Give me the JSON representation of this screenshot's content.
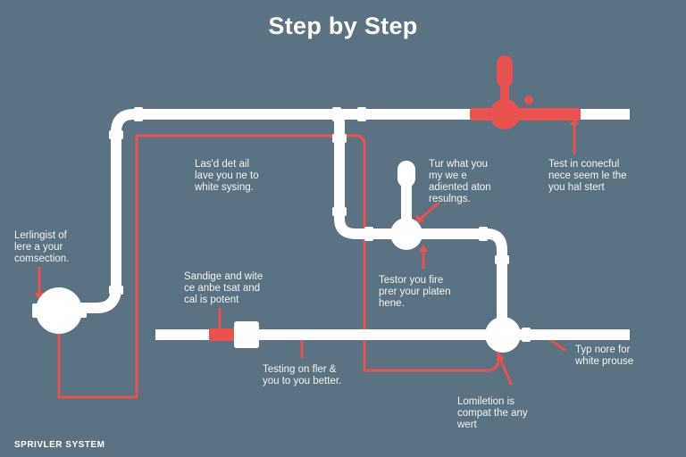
{
  "title": "Step by Step",
  "footer": "SPRIVLER SYSTEM",
  "labels": {
    "left_connection": "Lerlingist of\nlere a your\ncomsection.",
    "top_left": "Las'd det ail\nlave you ne to\nwhite sysing.",
    "valve_adjust": "Tur what you\nmy we e\nadiented aton\nresulngs.",
    "test_top_right": "Test in conecful\nnece seem le the\nyou hal stert",
    "middle_left": "Sandige and wite\nce anbe tsat and\ncal is potent",
    "center_tester": "Testor you fire\nprer your platen\nhene.",
    "bottom_center": "Testing on fler &\nyou to you better.",
    "bottom_right": "Typ nore for\nwhite prouse",
    "bottom_limit": "Lomiletion is\ncompat the any\nwert"
  },
  "colors": {
    "background": "#5b7282",
    "pipe": "#ffffff",
    "red_line": "#e9524f",
    "valve_red": "#e9524f",
    "text": "#f2f4f5"
  }
}
